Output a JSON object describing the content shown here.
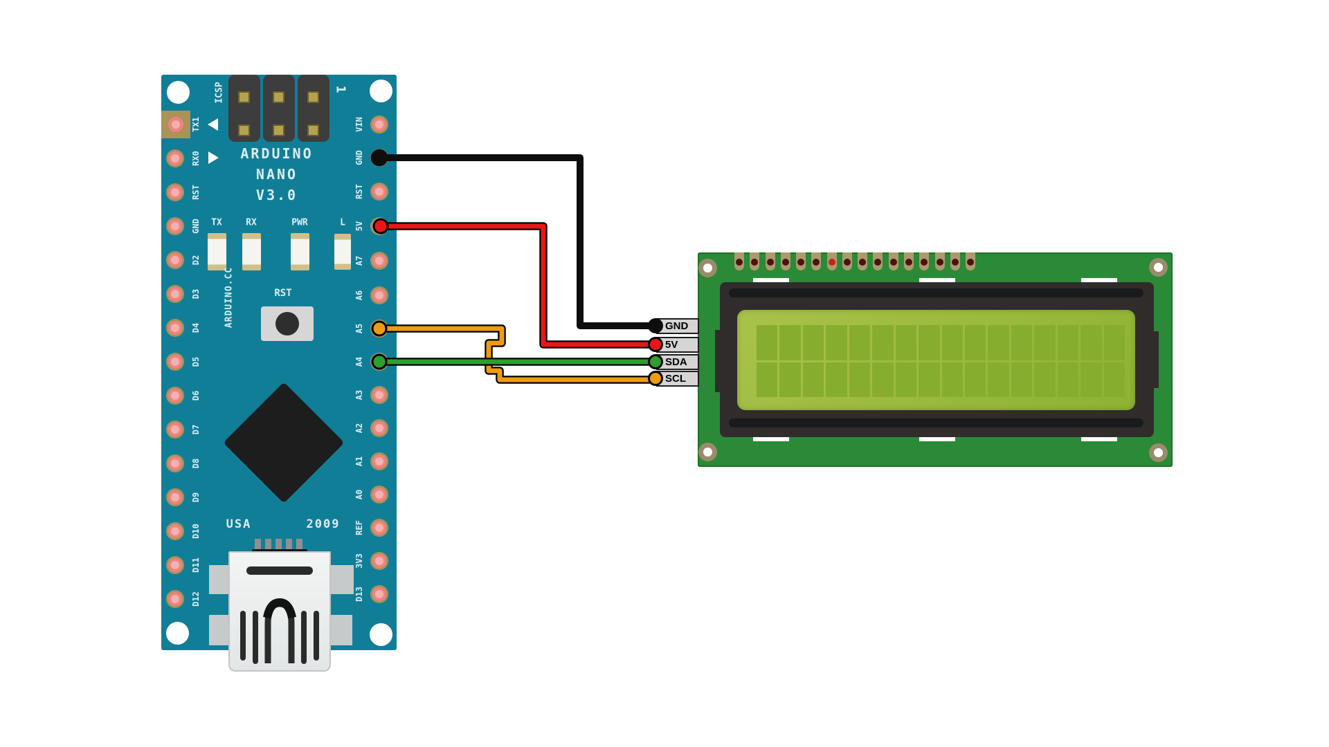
{
  "arduino": {
    "board_color": "#117e98",
    "title_lines": [
      "ARDUINO",
      "NANO",
      "V3.0"
    ],
    "silkscreen": {
      "icsp": "ICSP",
      "pin1": "1",
      "brand_vertical": "ARDUINO.CC",
      "rst": "RST",
      "usa": "USA",
      "year": "2009"
    },
    "led_labels": [
      "TX",
      "RX",
      "PWR",
      "L"
    ],
    "left_pins": [
      "TX1",
      "RX0",
      "RST",
      "GND",
      "D2",
      "D3",
      "D4",
      "D5",
      "D6",
      "D7",
      "D8",
      "D9",
      "D10",
      "D11",
      "D12"
    ],
    "right_pins": [
      "VIN",
      "GND",
      "RST",
      "5V",
      "A7",
      "A6",
      "A5",
      "A4",
      "A3",
      "A2",
      "A1",
      "A0",
      "REF",
      "3V3",
      "D13"
    ]
  },
  "lcd": {
    "board_color": "#2a8a38",
    "screen_color": "#98ba3c",
    "pin_count": 16,
    "highlight_pin_index": 6,
    "header_labels": [
      "GND",
      "5V",
      "SDA",
      "SCL"
    ]
  },
  "wires": [
    {
      "id": "gnd",
      "color": "#0e0e0e",
      "from_pin": "GND",
      "to_pin": "GND"
    },
    {
      "id": "5v",
      "color": "#e81717",
      "from_pin": "5V",
      "to_pin": "5V"
    },
    {
      "id": "scl",
      "color": "#ef9b12",
      "from_pin": "A5",
      "to_pin": "SCL"
    },
    {
      "id": "sda",
      "color": "#2f9e2f",
      "from_pin": "A4",
      "to_pin": "SDA"
    }
  ]
}
